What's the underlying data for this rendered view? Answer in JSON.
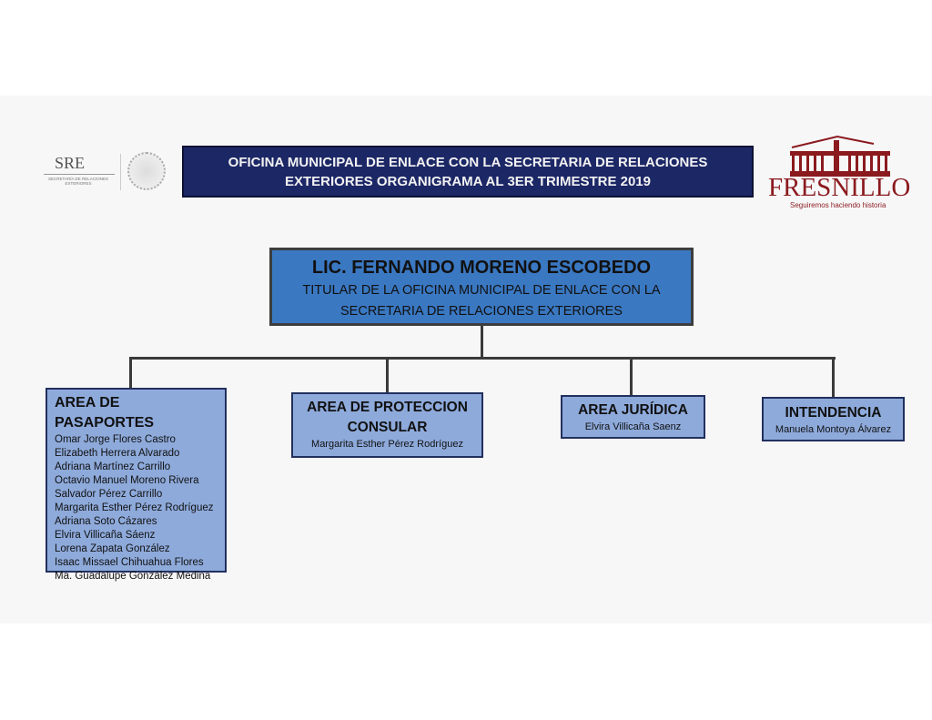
{
  "header": {
    "title_line1": "OFICINA MUNICIPAL DE ENLACE CON LA SECRETARIA DE RELACIONES",
    "title_line2": "EXTERIORES ORGANIGRAMA AL 3ER TRIMESTRE 2019"
  },
  "logos": {
    "sre": "SRE",
    "sre_sub": "SECRETARÍA DE RELACIONES EXTERIORES",
    "fresnillo": "FRESNILLO",
    "fresnillo_slogan": "Seguiremos haciendo historia"
  },
  "colors": {
    "title_bg": "#1c2766",
    "main_bg": "#3a78c2",
    "box_bg": "#8eaadb",
    "brand": "#8b1a1e"
  },
  "head": {
    "name": "LIC. FERNANDO MORENO ESCOBEDO",
    "role_line1": "TITULAR DE LA OFICINA MUNICIPAL DE ENLACE CON LA",
    "role_line2": "SECRETARIA DE RELACIONES EXTERIORES"
  },
  "areas": [
    {
      "title": "AREA DE PASAPORTES",
      "members": [
        "Omar Jorge Flores Castro",
        "Elizabeth Herrera Alvarado",
        "Adriana Martínez Carrillo",
        "Octavio Manuel Moreno Rivera",
        "Salvador Pérez Carrillo",
        "Margarita Esther Pérez Rodríguez",
        "Adriana Soto Cázares",
        "Elvira Villicaña Sáenz",
        "Lorena Zapata González",
        "Isaac Missael Chihuahua Flores",
        "Ma. Guadalupe González Medina"
      ]
    },
    {
      "title_line1": "AREA DE PROTECCION",
      "title_line2": "CONSULAR",
      "members": [
        "Margarita Esther Pérez Rodríguez"
      ]
    },
    {
      "title": "AREA JURÍDICA",
      "members": [
        "Elvira Villicaña Saenz"
      ]
    },
    {
      "title": "INTENDENCIA",
      "members": [
        "Manuela Montoya Álvarez"
      ]
    }
  ]
}
